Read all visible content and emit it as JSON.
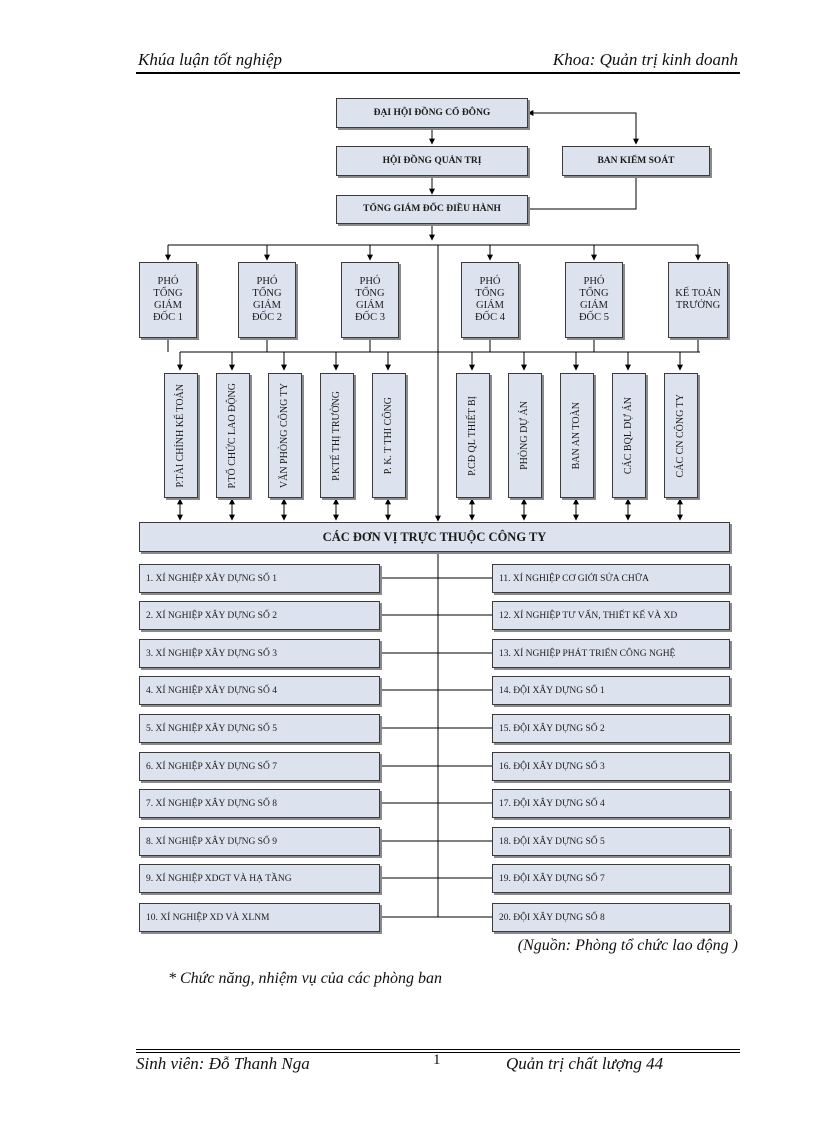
{
  "header": {
    "left": "Khúa luận tốt nghiệp",
    "right": "Khoa: Quản trị kinh doanh"
  },
  "chart": {
    "shareholders": "ĐẠI HỘI ĐỒNG CỔ ĐÔNG",
    "board": "HỘI ĐỒNG QUẢN TRỊ",
    "supervisory": "BAN KIỂM SOÁT",
    "ceo": "TỔNG GIÁM ĐỐC ĐIỀU HÀNH",
    "deputies": [
      "PHÓ TỔNG GIÁM ĐỐC 1",
      "PHÓ TỔNG GIÁM ĐỐC 2",
      "PHÓ TỔNG GIÁM ĐỐC 3",
      "PHÓ TỔNG GIÁM ĐỐC 4",
      "PHÓ TỔNG GIÁM ĐỐC 5",
      "KẾ TOÁN TRƯỞNG"
    ],
    "departments": [
      "P.TÀI CHÍNH KẾ TOÁN",
      "P.TỔ CHỨC LAO ĐỘNG",
      "VĂN PHÒNG CÔNG TY",
      "P.KTẾ THỊ TRƯỜNG",
      "P. K. T THI CÔNG",
      "P.CĐ QL THIẾT BỊ",
      "PHÒNG DỰ ÁN",
      "BAN AN TOÀN",
      "CÁC BQL DỰ ÁN",
      "CÁC CN CÔNG TY"
    ],
    "units_header": "CÁC ĐƠN VỊ TRỰC THUỘC CÔNG TY",
    "left_units": [
      "1. XÍ NGHIỆP XÂY DỰNG SỐ 1",
      "2. XÍ NGHIỆP XÂY DỰNG SỐ 2",
      "3. XÍ NGHIỆP XÂY DỰNG SỐ 3",
      "4. XÍ NGHIỆP XÂY DỰNG SỐ 4",
      "5. XÍ NGHIỆP XÂY DỰNG SỐ 5",
      "6. XÍ NGHIỆP XÂY DỰNG SỐ 7",
      "7. XÍ NGHIỆP XÂY DỰNG SỐ 8",
      "8. XÍ NGHIỆP XÂY DỰNG SỐ 9",
      "9. XÍ NGHIỆP XDGT VÀ HẠ TẦNG",
      "10. XÍ NGHIỆP XD VÀ XLNM"
    ],
    "right_units": [
      "11. XÍ NGHIỆP CƠ GIỚI SỬA CHỮA",
      "12. XÍ NGHIỆP TƯ VẤN, THIẾT KẾ VÀ XD",
      "13. XÍ NGHIỆP PHÁT TRIỂN CÔNG NGHỆ",
      "14. ĐỘI XÂY DỰNG SỐ 1",
      "15. ĐỘI XÂY DỰNG SỐ 2",
      "16. ĐỘI XÂY DỰNG SỐ 3",
      "17. ĐỘI XÂY DỰNG SỐ 4",
      "18. ĐỘI XÂY DỰNG SỐ 5",
      "19. ĐỘI XÂY DỰNG SỐ 7",
      "20. ĐỘI XÂY DỰNG SỐ 8"
    ]
  },
  "source": "(Nguồn: Phòng tổ chức lao động )",
  "bullet": "* Chức năng, nhiệm vụ của các phòng ban",
  "footer": {
    "student": "Sinh viên: Đỗ Thanh Nga",
    "page": "1",
    "class": "Quản trị chất lượng 44"
  }
}
